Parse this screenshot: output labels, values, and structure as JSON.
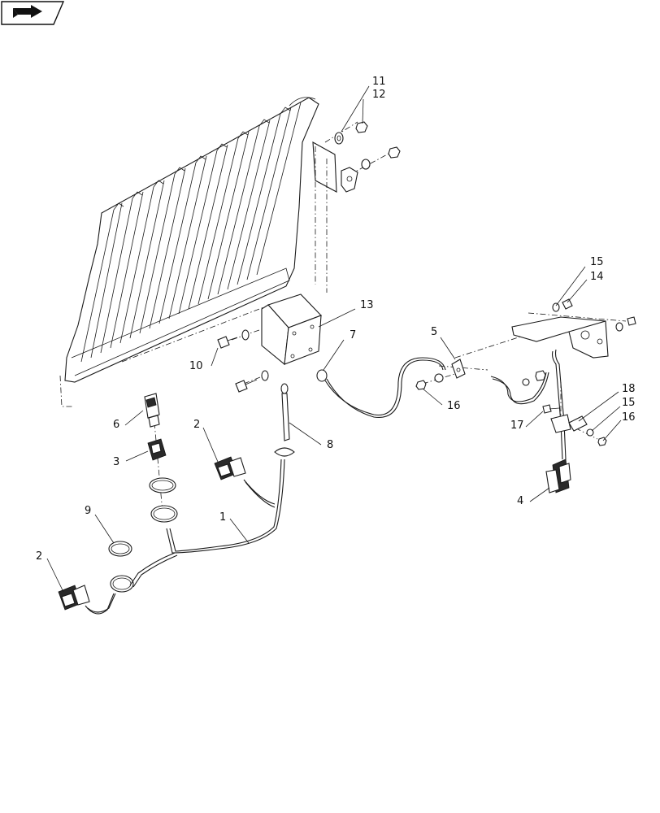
{
  "nav_icon": "arrow-icon",
  "callouts": [
    {
      "id": "c1",
      "label": "1"
    },
    {
      "id": "c2a",
      "label": "2"
    },
    {
      "id": "c2b",
      "label": "2"
    },
    {
      "id": "c3",
      "label": "3"
    },
    {
      "id": "c4",
      "label": "4"
    },
    {
      "id": "c5",
      "label": "5"
    },
    {
      "id": "c6",
      "label": "6"
    },
    {
      "id": "c7",
      "label": "7"
    },
    {
      "id": "c8",
      "label": "8"
    },
    {
      "id": "c9",
      "label": "9"
    },
    {
      "id": "c10",
      "label": "10"
    },
    {
      "id": "c11",
      "label": "11"
    },
    {
      "id": "c12",
      "label": "12"
    },
    {
      "id": "c13",
      "label": "13"
    },
    {
      "id": "c14",
      "label": "14"
    },
    {
      "id": "c15a",
      "label": "15"
    },
    {
      "id": "c15b",
      "label": "15"
    },
    {
      "id": "c16a",
      "label": "16"
    },
    {
      "id": "c16b",
      "label": "16"
    },
    {
      "id": "c17",
      "label": "17"
    },
    {
      "id": "c18",
      "label": "18"
    }
  ]
}
